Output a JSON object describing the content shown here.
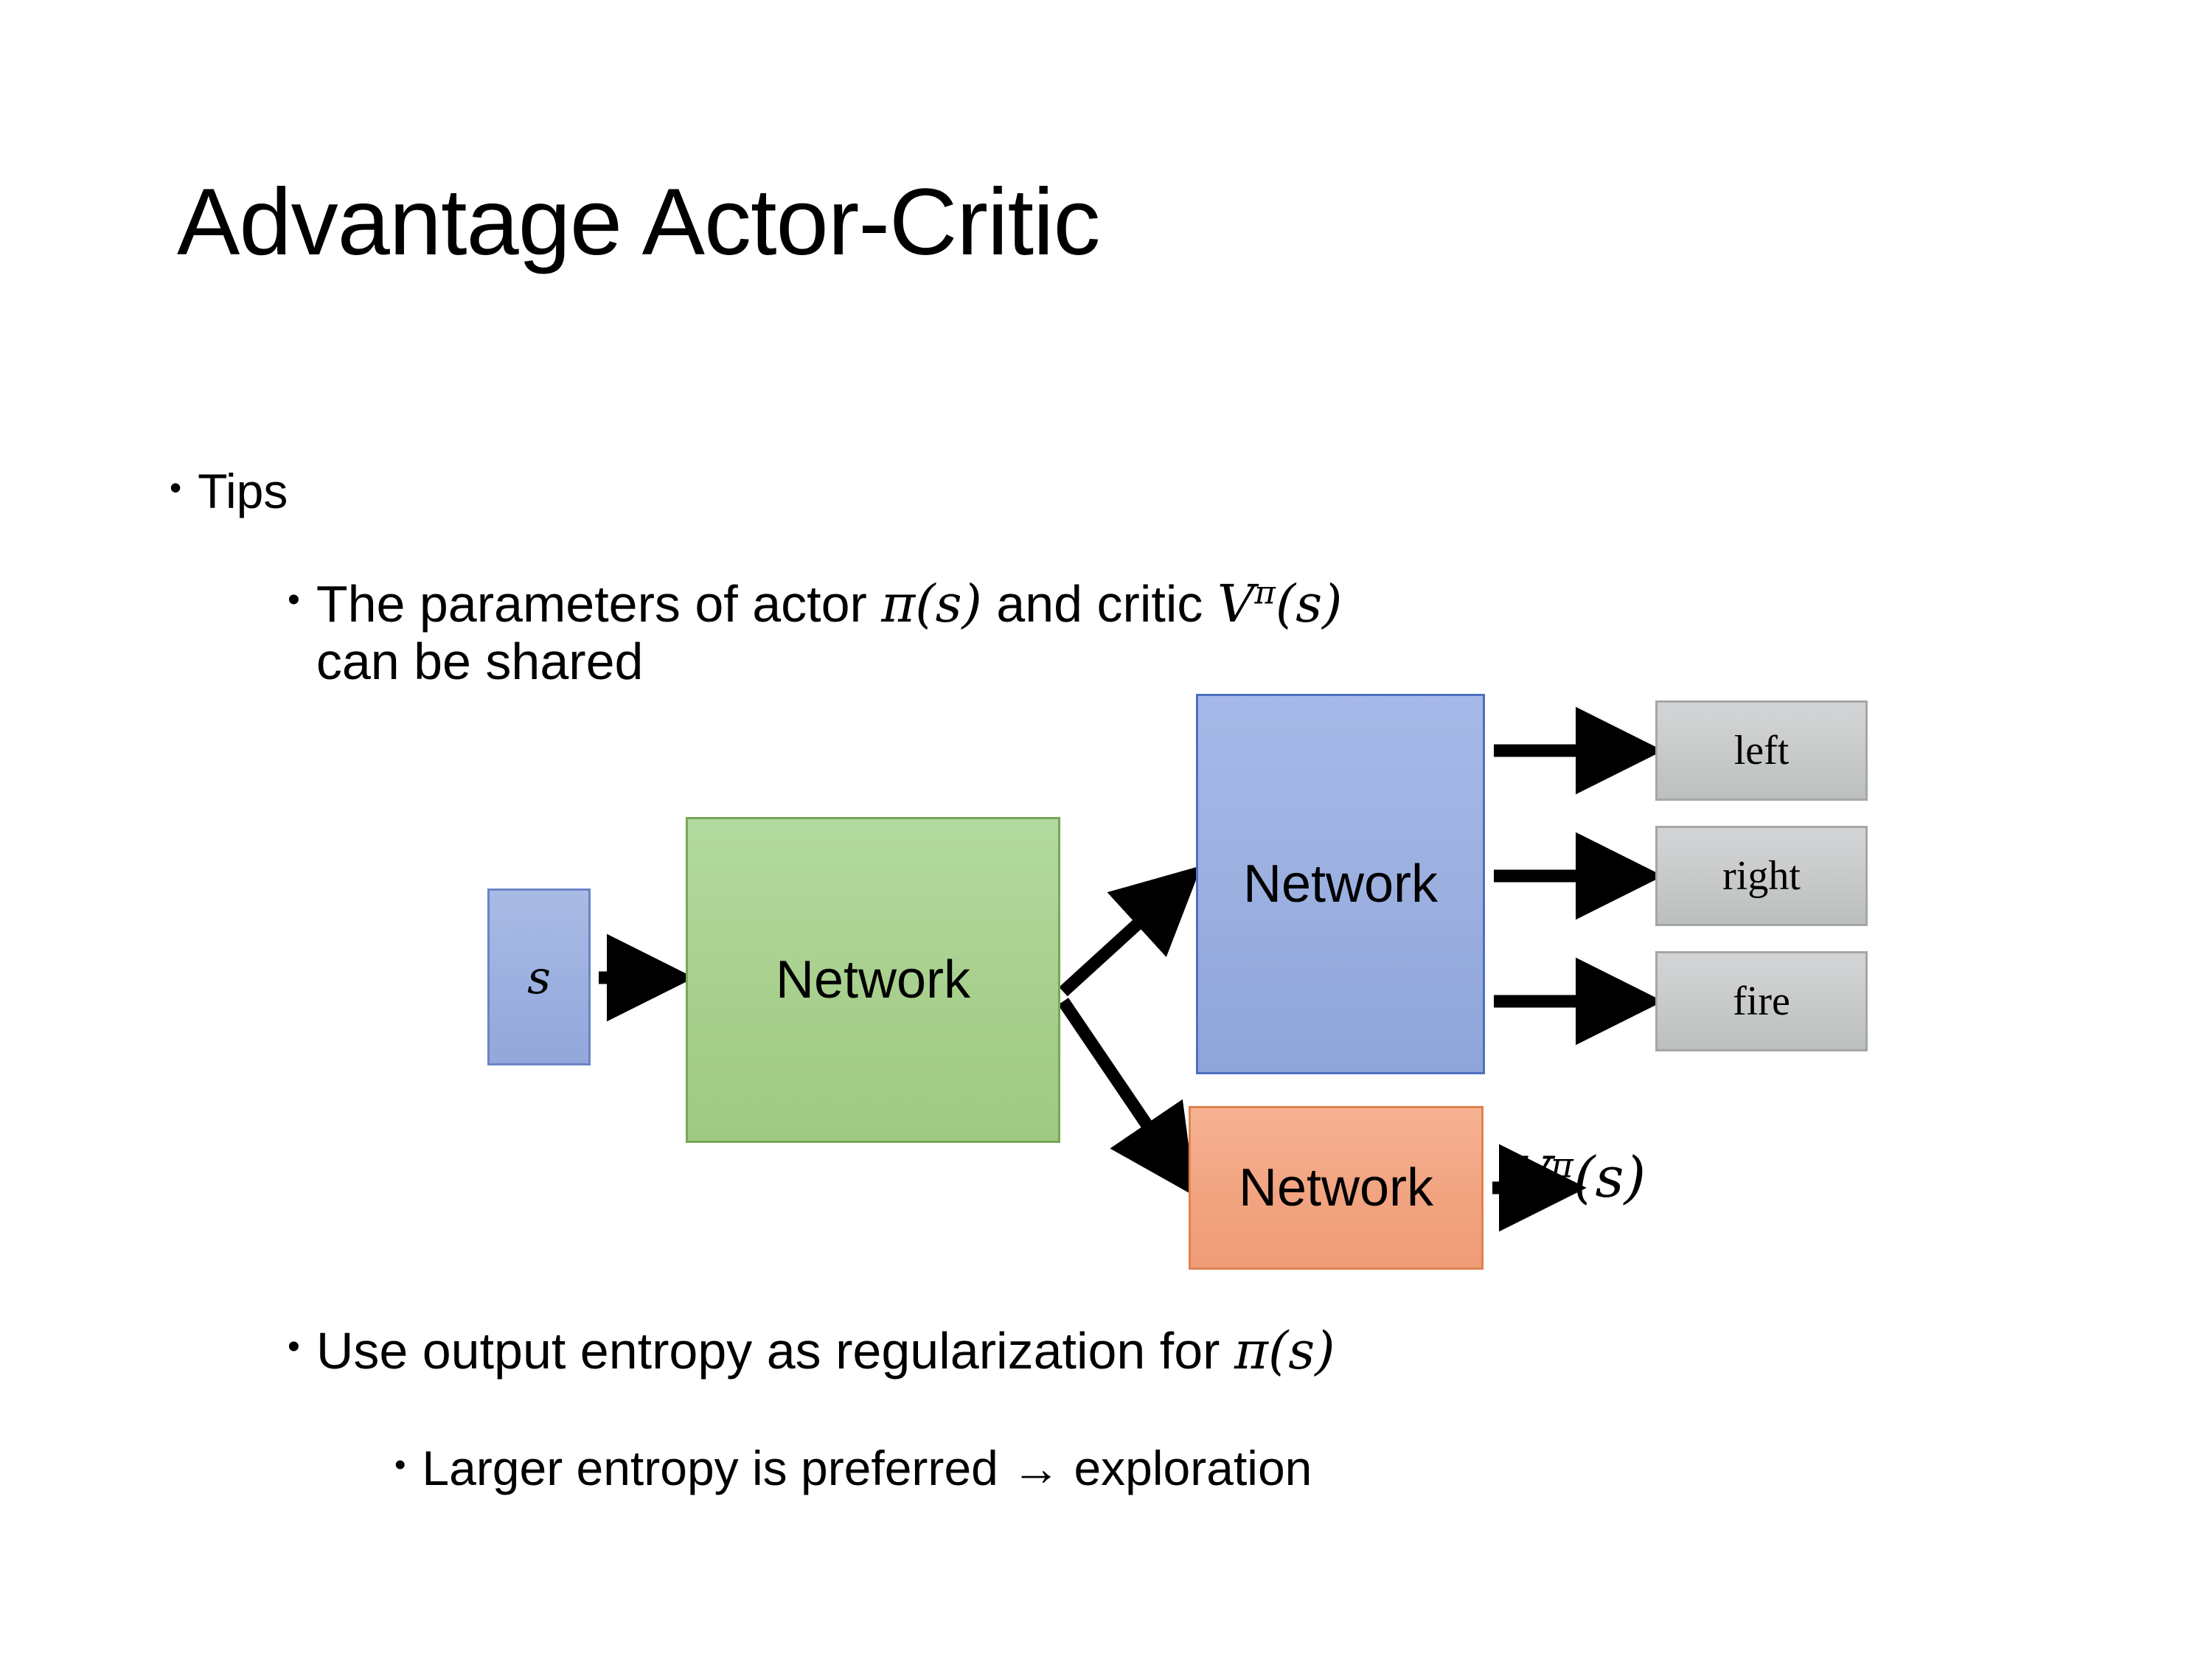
{
  "slide": {
    "title": "Advantage Actor-Critic",
    "background_color": "#ffffff",
    "text_color": "#000000"
  },
  "bullets": {
    "level1_tips": {
      "marker": "•",
      "text": "Tips"
    },
    "level2_shared": {
      "marker": "•",
      "text_part1": "The parameters of actor ",
      "math_actor": "π(s)",
      "text_part2": "  and critic ",
      "math_critic_base": "V",
      "math_critic_sup": "π",
      "math_critic_arg": "(s)",
      "text_part3": "can be shared",
      "full_text": "The parameters of actor π(s)  and critic Vπ(s) can be shared"
    },
    "level2_entropy": {
      "marker": "•",
      "text_part1": "Use output entropy as regularization for ",
      "math_policy": "π(s)",
      "full_text": "Use output entropy as regularization for π(s)"
    },
    "level3_exploration": {
      "marker": "•",
      "text": "Larger entropy is preferred → exploration"
    }
  },
  "diagram": {
    "type": "block-flow",
    "state_box": {
      "label": "s",
      "color": "#9CB0E0",
      "border_color": "#6B84C8"
    },
    "shared_network": {
      "label": "Network",
      "color": "#A9D08E",
      "border_color": "#76A757"
    },
    "actor_network": {
      "label": "Network",
      "color": "#9CB0E0",
      "border_color": "#4F6FC0"
    },
    "critic_network": {
      "label": "Network",
      "color": "#F2A582",
      "border_color": "#E08250"
    },
    "action_outputs": [
      {
        "label": "left",
        "color": "#C8CACA"
      },
      {
        "label": "right",
        "color": "#C8CACA"
      },
      {
        "label": "fire",
        "color": "#C8CACA"
      }
    ],
    "value_output": {
      "base": "V",
      "superscript": "π",
      "argument": "(s)"
    },
    "arrow_color": "#000000"
  }
}
